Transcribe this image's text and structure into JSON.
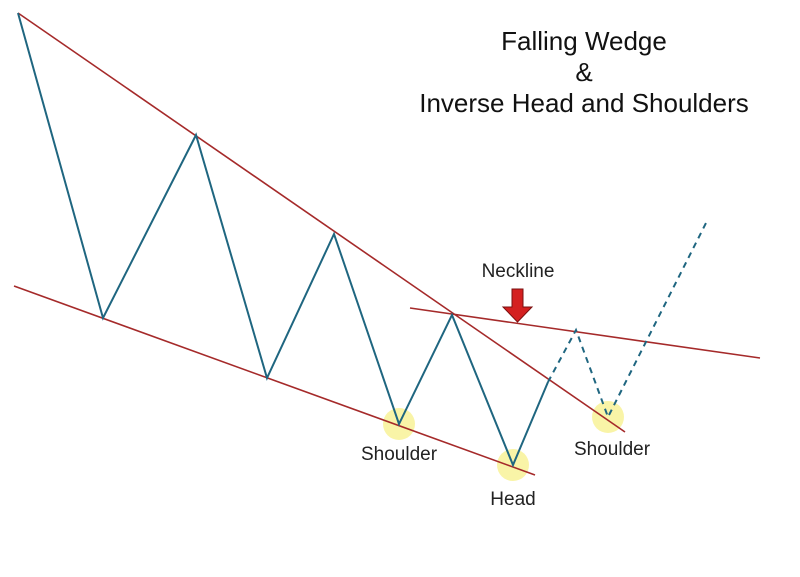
{
  "title": {
    "line1": "Falling Wedge",
    "line2": "&",
    "line3": "Inverse Head and Shoulders"
  },
  "labels": {
    "neckline": "Neckline",
    "left_shoulder": "Shoulder",
    "head": "Head",
    "right_shoulder": "Shoulder"
  },
  "colors": {
    "price_line": "#1f6680",
    "trend_line": "#a52a2a",
    "arrow_fill": "#d42020",
    "arrow_stroke": "#7a1010",
    "highlight": "#f7f08a"
  }
}
